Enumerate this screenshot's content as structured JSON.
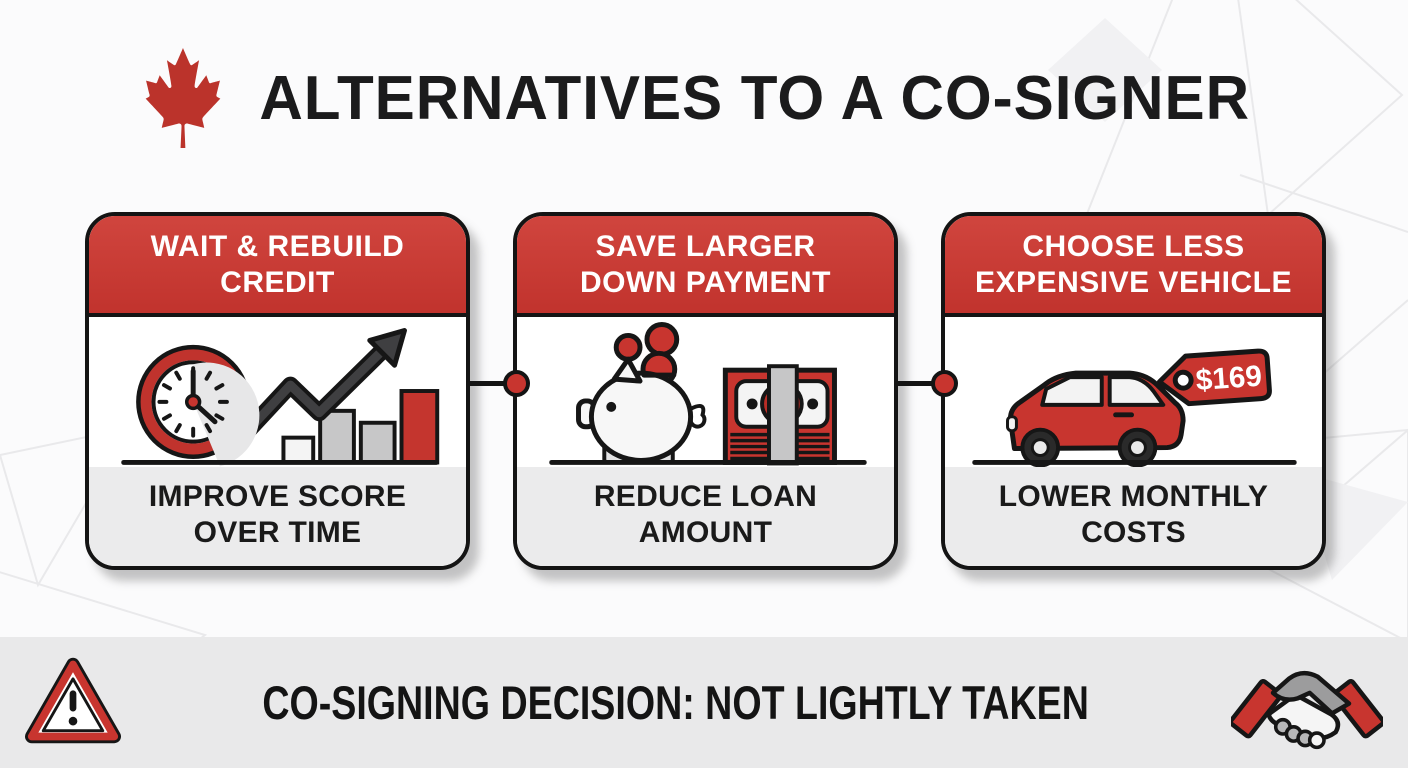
{
  "header": {
    "title": "ALTERNATIVES TO A CO-SIGNER"
  },
  "cards": [
    {
      "title_line1": "WAIT & REBUILD",
      "title_line2": "CREDIT",
      "caption_line1": "IMPROVE SCORE",
      "caption_line2": "OVER TIME"
    },
    {
      "title_line1": "SAVE LARGER",
      "title_line2": "DOWN PAYMENT",
      "caption_line1": "REDUCE LOAN",
      "caption_line2": "AMOUNT"
    },
    {
      "title_line1": "CHOOSE LESS",
      "title_line2": "EXPENSIVE VEHICLE",
      "price_tag": "$169",
      "caption_line1": "LOWER MONTHLY",
      "caption_line2": "COSTS"
    }
  ],
  "banner": {
    "text": "CO-SIGNING DECISION: NOT LIGHTLY TAKEN"
  },
  "icons": {
    "header": "maple-leaf-icon",
    "card1": "clock-growth-chart-icon",
    "card2": "piggy-bank-cash-icon",
    "card3": "car-price-tag-icon",
    "banner_left": "warning-triangle-icon",
    "banner_right": "handshake-icon"
  },
  "colors": {
    "accent_red": "#c8352f",
    "ink": "#161616",
    "caption_bg": "#ebebec",
    "banner_bg": "#e9e9ea"
  }
}
